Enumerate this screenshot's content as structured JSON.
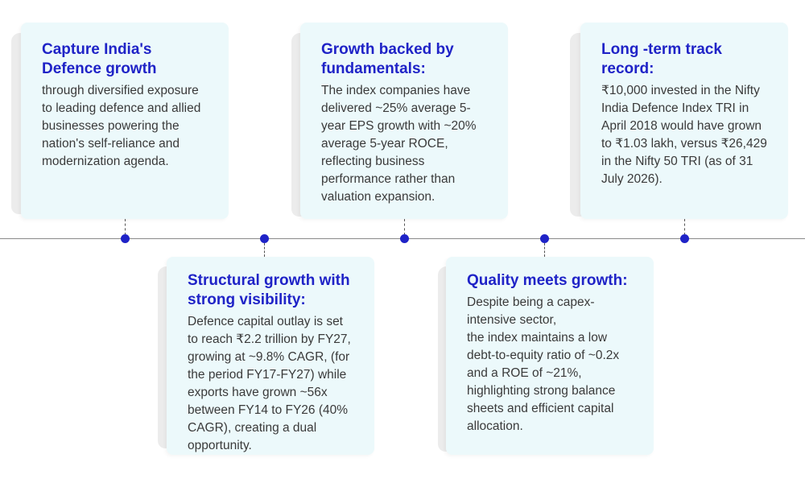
{
  "colors": {
    "accent": "#1f23c7",
    "card_background": "#ecf9fb",
    "body_text": "#3a3a3a",
    "timeline_line": "#8a8a8a"
  },
  "cards": [
    {
      "title": "Capture India's Defence growth",
      "body": "through diversified exposure to leading defence and allied businesses powering the nation's self-reliance and modernization agenda."
    },
    {
      "title": "Structural growth with strong visibility:",
      "body": "Defence capital outlay is set to reach ₹2.2 trillion by FY27, growing at ~9.8% CAGR, (for the period FY17-FY27) while exports have grown ~56x between FY14 to FY26 (40% CAGR), creating a dual opportunity."
    },
    {
      "title": "Growth backed by fundamentals:",
      "body": "The index companies have delivered ~25% average 5-year EPS growth with ~20% average 5-year ROCE, reflecting business performance rather than valuation expansion."
    },
    {
      "title": "Quality meets growth:",
      "body": "Despite being a capex-intensive sector,\n the index maintains a low debt-to-equity ratio of ~0.2x and a ROE of ~21%, highlighting strong balance sheets and efficient capital allocation."
    },
    {
      "title": "Long -term track record:",
      "body": "₹10,000 invested in the Nifty India Defence Index TRI in April 2018 would have grown to ₹1.03 lakh, versus ₹26,429 in the Nifty 50 TRI (as of 31 July 2026)."
    }
  ]
}
